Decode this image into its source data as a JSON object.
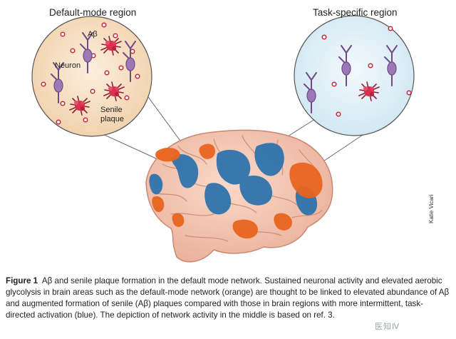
{
  "panels": {
    "left_title": "Default-mode region",
    "right_title": "Task-specific region"
  },
  "labels": {
    "abeta": "Aβ",
    "neuron": "Neuron",
    "senile_line1": "Senile",
    "senile_line2": "plaque"
  },
  "credit": "Katie Vicari",
  "caption": {
    "label": "Figure 1",
    "text": "Aβ and senile plaque formation in the default mode network. Sustained neuronal activity and elevated aerobic glycolysis in brain areas such as the default-mode network (orange) are thought to be linked to elevated abundance of Aβ and augmented formation of senile (Aβ) plaques compared with those in brain regions with more intermittent, task-directed activation (blue). The depiction of network activity in the middle is based on ref. 3."
  },
  "watermark": "医知Ⅳ",
  "colors": {
    "default_mode_bg": "#f7e2c6",
    "task_bg": "#e3f1f8",
    "brain": "#f4c7b4",
    "orange_activity": "#e8641e",
    "blue_activity": "#2b6fa8",
    "plaque": "#d22a4f",
    "neuron": "#8e67a6"
  }
}
